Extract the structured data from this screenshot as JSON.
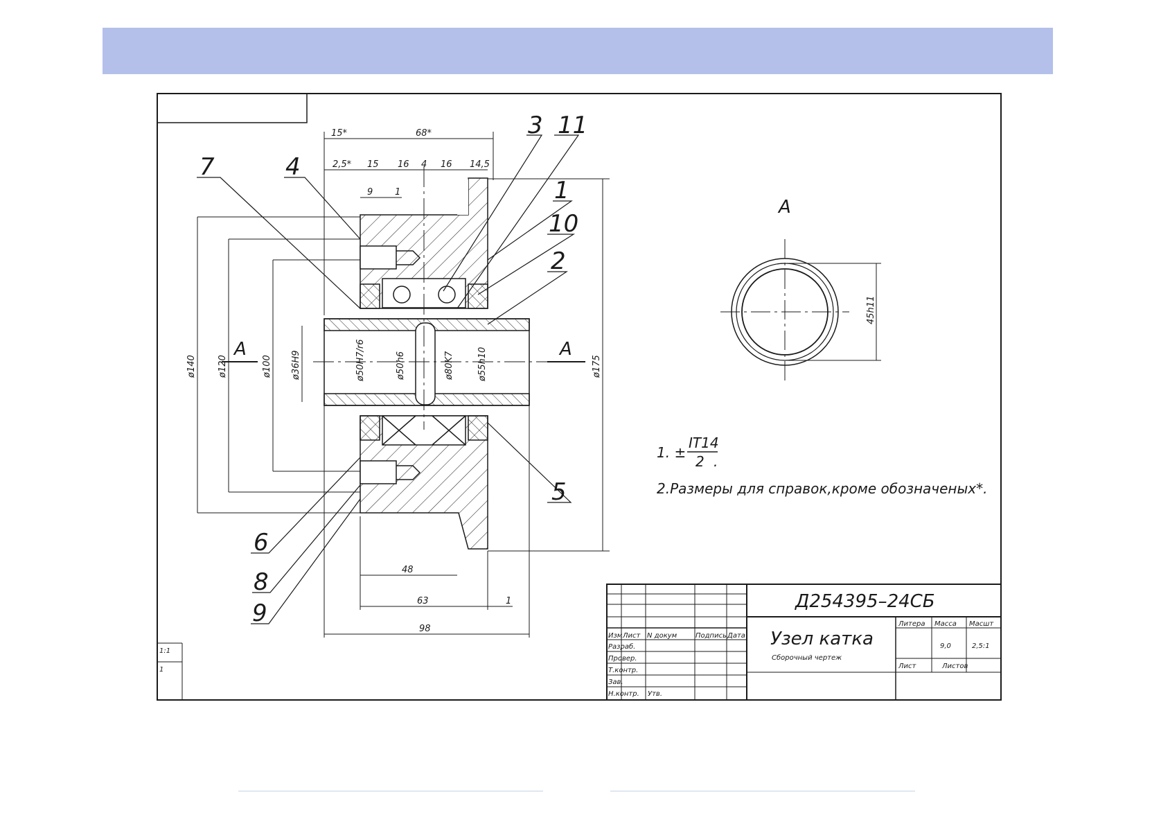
{
  "drawing": {
    "section_label": "А",
    "view_label": "А",
    "callouts": [
      "7",
      "4",
      "3",
      "11",
      "1",
      "10",
      "2",
      "5",
      "6",
      "8",
      "9"
    ],
    "dimensions": {
      "top": [
        "15*",
        "68*",
        "2,5*",
        "15",
        "16",
        "4",
        "16",
        "14,5",
        "9",
        "1"
      ],
      "left_diameters": [
        "ø140",
        "ø120",
        "ø100",
        "ø36H9"
      ],
      "inner_diameters": [
        "ø50H7/r6",
        "ø50h6",
        "ø80K7",
        "ø55h10"
      ],
      "right_diameter": "ø175",
      "bottom": [
        "48",
        "63",
        "1",
        "98"
      ],
      "view_a": "45h11"
    },
    "notes": {
      "note1_prefix": "1. ±",
      "note1_numerator": "IT14",
      "note1_denominator": "2",
      "note1_suffix": ".",
      "note2": "2.Размеры для справок,кроме обозначеных*."
    },
    "title_block": {
      "designation": "Д254395–24СБ",
      "name": "Узел катка",
      "subtitle": "Сборочный чертеж",
      "headers": [
        "Изм",
        "Лист",
        "N докум",
        "Подпись",
        "Дата"
      ],
      "roles": [
        "Разраб.",
        "Провер.",
        "Т.контр.",
        "Зав.",
        "Н.контр.",
        "Утв."
      ],
      "right_headers": [
        "Литера",
        "Масса",
        "Масшт"
      ],
      "mass": "9,0",
      "scale": "2,5:1",
      "sheet": "Лист",
      "sheets": "Листов",
      "side_scale": "1:1",
      "side_num": "1"
    }
  }
}
